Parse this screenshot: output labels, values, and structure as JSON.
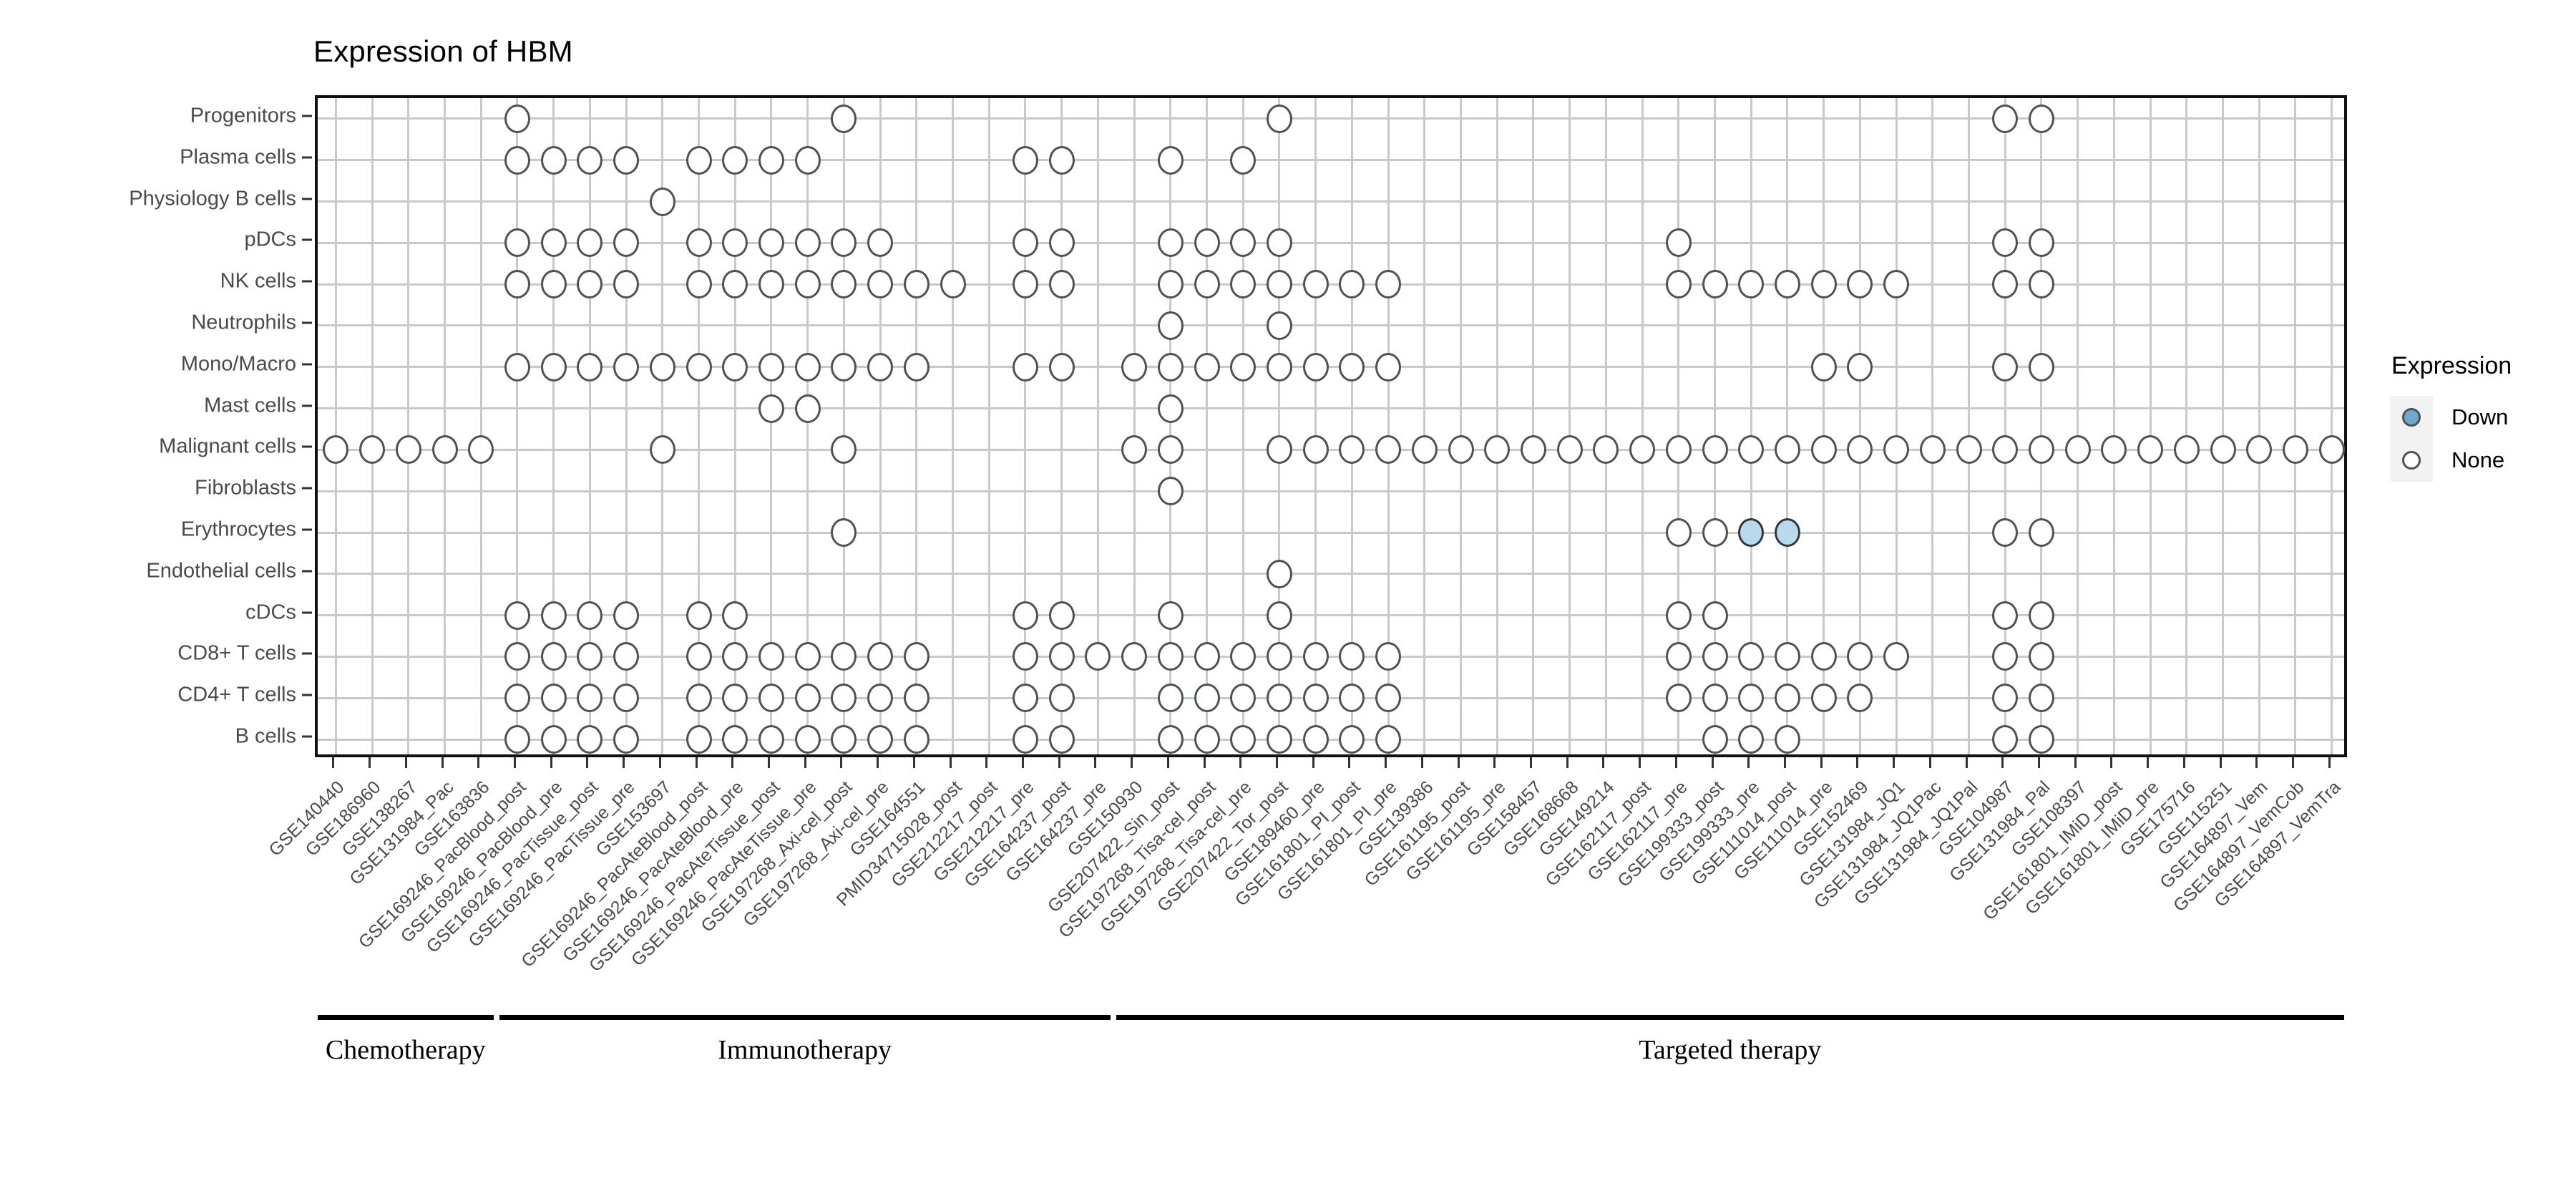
{
  "chart_data": {
    "type": "heatmap",
    "title": "Expression of HBM",
    "xlabel": "",
    "ylabel": "",
    "grid": true,
    "legend": {
      "position": "right",
      "title": "Expression",
      "entries": [
        {
          "label": "Down",
          "color": "#6fa8c9",
          "fill": "filled"
        },
        {
          "label": "None",
          "color": "#ffffff",
          "fill": "empty"
        }
      ]
    },
    "categories_y": [
      "Progenitors",
      "Plasma cells",
      "Physiology B cells",
      "pDCs",
      "NK cells",
      "Neutrophils",
      "Mono/Macro",
      "Mast cells",
      "Malignant cells",
      "Fibroblasts",
      "Erythrocytes",
      "Endothelial cells",
      "cDCs",
      "CD8+ T cells",
      "CD4+ T cells",
      "B cells"
    ],
    "categories_x": [
      "GSE140440",
      "GSE186960",
      "GSE138267",
      "GSE131984_Pac",
      "GSE163836",
      "GSE169246_PacBlood_post",
      "GSE169246_PacBlood_pre",
      "GSE169246_PacTissue_post",
      "GSE169246_PacTissue_pre",
      "GSE153697",
      "GSE169246_PacAteBlood_post",
      "GSE169246_PacAteBlood_pre",
      "GSE169246_PacAteTissue_post",
      "GSE169246_PacAteTissue_pre",
      "GSE197268_Axi-cel_post",
      "GSE197268_Axi-cel_pre",
      "GSE164551",
      "PMID34715028_post",
      "GSE212217_post",
      "GSE212217_pre",
      "GSE164237_post",
      "GSE164237_pre",
      "GSE150930",
      "GSE207422_Sin_post",
      "GSE197268_Tisa-cel_post",
      "GSE197268_Tisa-cel_pre",
      "GSE207422_Tor_post",
      "GSE189460_pre",
      "GSE161801_PI_post",
      "GSE161801_PI_pre",
      "GSE139386",
      "GSE161195_post",
      "GSE161195_pre",
      "GSE158457",
      "GSE168668",
      "GSE149214",
      "GSE162117_post",
      "GSE162117_pre",
      "GSE199333_post",
      "GSE199333_pre",
      "GSE111014_post",
      "GSE111014_pre",
      "GSE152469",
      "GSE131984_JQ1",
      "GSE131984_JQ1Pac",
      "GSE131984_JQ1Pal",
      "GSE104987",
      "GSE131984_Pal",
      "GSE108397",
      "GSE161801_IMiD_post",
      "GSE161801_IMiD_pre",
      "GSE175716",
      "GSE115251",
      "GSE164897_Vem",
      "GSE164897_VemCob",
      "GSE164897_VemTra"
    ],
    "group_annotations": [
      {
        "label": "Chemotherapy",
        "first_index": 0,
        "last_index": 4
      },
      {
        "label": "Immunotherapy",
        "first_index": 5,
        "last_index": 21
      },
      {
        "label": "Targeted therapy",
        "first_index": 22,
        "last_index": 55
      }
    ],
    "points": [
      {
        "row": "Progenitors",
        "cols": [
          5,
          14,
          26,
          46,
          47
        ],
        "value": "None"
      },
      {
        "row": "Plasma cells",
        "cols": [
          5,
          6,
          7,
          8,
          10,
          11,
          12,
          13,
          19,
          20,
          23,
          25
        ],
        "value": "None"
      },
      {
        "row": "Physiology B cells",
        "cols": [
          9
        ],
        "value": "None"
      },
      {
        "row": "pDCs",
        "cols": [
          5,
          6,
          7,
          8,
          10,
          11,
          12,
          13,
          14,
          15,
          19,
          20,
          23,
          24,
          25,
          26,
          37,
          46,
          47
        ],
        "value": "None"
      },
      {
        "row": "NK cells",
        "cols": [
          5,
          6,
          7,
          8,
          10,
          11,
          12,
          13,
          14,
          15,
          16,
          17,
          19,
          20,
          23,
          24,
          25,
          26,
          27,
          28,
          29,
          37,
          38,
          39,
          40,
          41,
          42,
          43,
          46,
          47
        ],
        "value": "None"
      },
      {
        "row": "Neutrophils",
        "cols": [
          23,
          26
        ],
        "value": "None"
      },
      {
        "row": "Mono/Macro",
        "cols": [
          5,
          6,
          7,
          8,
          9,
          10,
          11,
          12,
          13,
          14,
          15,
          16,
          19,
          20,
          22,
          23,
          24,
          25,
          26,
          27,
          28,
          29,
          41,
          42,
          46,
          47
        ],
        "value": "None"
      },
      {
        "row": "Mast cells",
        "cols": [
          12,
          13,
          23
        ],
        "value": "None"
      },
      {
        "row": "Malignant cells",
        "cols": [
          0,
          1,
          2,
          3,
          4,
          9,
          14,
          22,
          23,
          26,
          27,
          28,
          29,
          30,
          31,
          32,
          33,
          34,
          35,
          36,
          37,
          38,
          39,
          40,
          41,
          42,
          43,
          44,
          45,
          46,
          47,
          48,
          49,
          50,
          51,
          52,
          53,
          54,
          55
        ],
        "value": "None"
      },
      {
        "row": "Fibroblasts",
        "cols": [
          23
        ],
        "value": "None"
      },
      {
        "row": "Erythrocytes",
        "cols": [
          14,
          37,
          38,
          46,
          47
        ],
        "value": "None"
      },
      {
        "row": "Erythrocytes",
        "cols": [
          39,
          40
        ],
        "value": "Down"
      },
      {
        "row": "Endothelial cells",
        "cols": [
          26
        ],
        "value": "None"
      },
      {
        "row": "cDCs",
        "cols": [
          5,
          6,
          7,
          8,
          10,
          11,
          19,
          20,
          23,
          26,
          37,
          38,
          46,
          47
        ],
        "value": "None"
      },
      {
        "row": "CD8+ T cells",
        "cols": [
          5,
          6,
          7,
          8,
          10,
          11,
          12,
          13,
          14,
          15,
          16,
          19,
          20,
          21,
          22,
          23,
          24,
          25,
          26,
          27,
          28,
          29,
          37,
          38,
          39,
          40,
          41,
          42,
          43,
          46,
          47
        ],
        "value": "None"
      },
      {
        "row": "CD4+ T cells",
        "cols": [
          5,
          6,
          7,
          8,
          10,
          11,
          12,
          13,
          14,
          15,
          16,
          19,
          20,
          23,
          24,
          25,
          26,
          27,
          28,
          29,
          37,
          38,
          39,
          40,
          41,
          42,
          46,
          47
        ],
        "value": "None"
      },
      {
        "row": "B cells",
        "cols": [
          5,
          6,
          7,
          8,
          10,
          11,
          12,
          13,
          14,
          15,
          16,
          19,
          20,
          23,
          24,
          25,
          26,
          27,
          28,
          29,
          38,
          39,
          40,
          46,
          47
        ],
        "value": "None"
      }
    ]
  }
}
